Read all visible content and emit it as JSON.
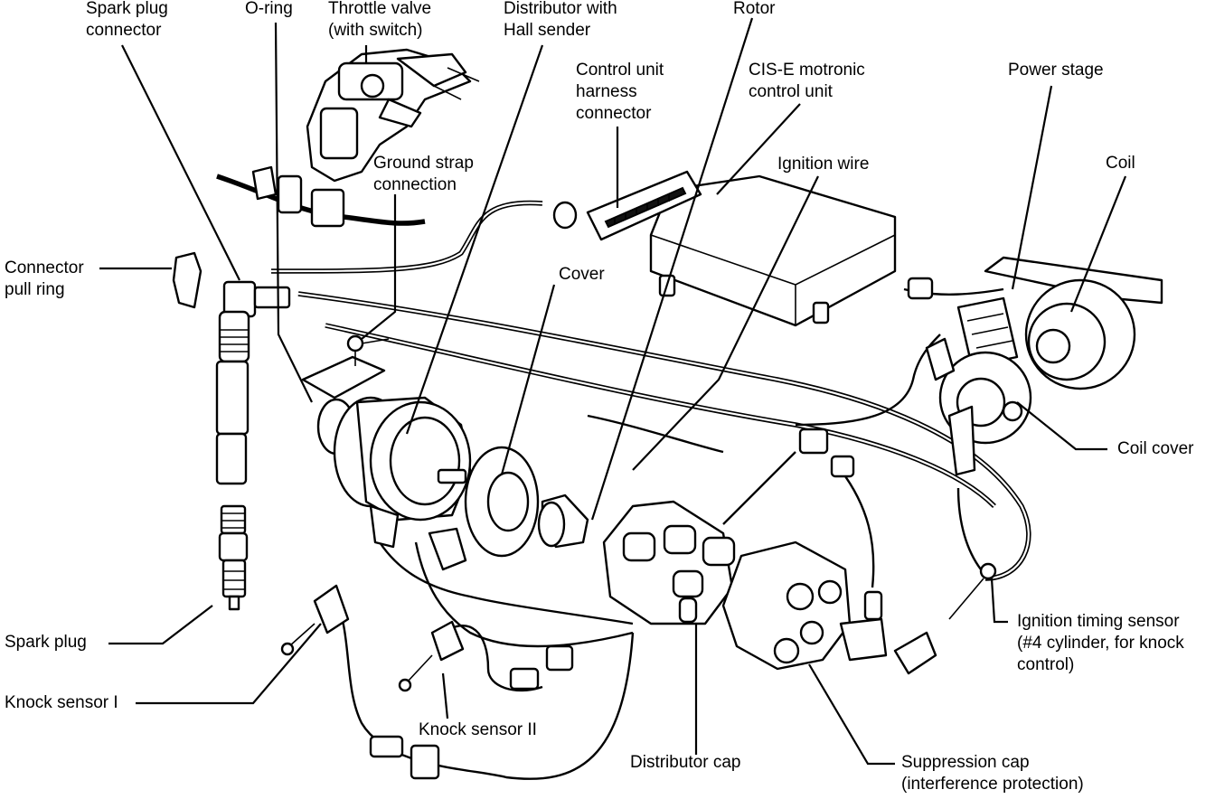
{
  "labels": {
    "spark_plug_connector": [
      "Spark plug",
      "connector"
    ],
    "o_ring": [
      "O-ring"
    ],
    "throttle_valve": [
      "Throttle valve",
      "(with switch)"
    ],
    "distributor_hall": [
      "Distributor with",
      "Hall sender"
    ],
    "rotor": [
      "Rotor"
    ],
    "control_unit_harness": [
      "Control unit",
      "harness",
      "connector"
    ],
    "cis_e_unit": [
      "CIS-E motronic",
      "control unit"
    ],
    "power_stage": [
      "Power stage"
    ],
    "ground_strap": [
      "Ground strap",
      "connection"
    ],
    "ignition_wire": [
      "Ignition wire"
    ],
    "coil": [
      "Coil"
    ],
    "connector_pull_ring": [
      "Connector",
      "pull ring"
    ],
    "cover": [
      "Cover"
    ],
    "coil_cover": [
      "Coil cover"
    ],
    "ignition_timing_sensor": [
      "Ignition timing sensor",
      "(#4 cylinder, for knock",
      "control)"
    ],
    "spark_plug": [
      "Spark plug"
    ],
    "knock_sensor_1": [
      "Knock sensor I"
    ],
    "knock_sensor_2": [
      "Knock sensor II"
    ],
    "distributor_cap": [
      "Distributor cap"
    ],
    "suppression_cap": [
      "Suppression cap",
      "(interference protection)"
    ]
  }
}
